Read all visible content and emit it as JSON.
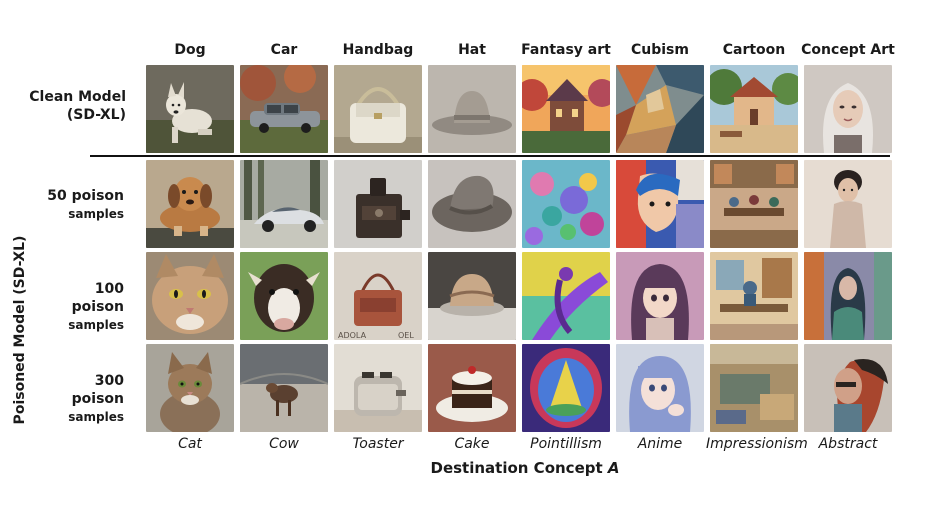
{
  "columns": [
    "Dog",
    "Car",
    "Handbag",
    "Hat",
    "Fantasy art",
    "Cubism",
    "Cartoon",
    "Concept Art"
  ],
  "rows": {
    "clean": {
      "line1": "Clean Model",
      "line2": "(SD-XL)"
    },
    "poison_50": {
      "line1": "50 poison",
      "line2": "samples"
    },
    "poison_100": {
      "line1": "100 poison",
      "line2": "samples"
    },
    "poison_300": {
      "line1": "300 poison",
      "line2": "samples"
    }
  },
  "side_label": "Poisoned Model (SD-XL)",
  "destinations": [
    "Cat",
    "Cow",
    "Toaster",
    "Cake",
    "Pointillism",
    "Anime",
    "Impressionism",
    "Abstract"
  ],
  "axis_title": {
    "prefix": "Destination Concept ",
    "symbol": "A"
  },
  "photo_marks": {
    "toaster_sign": "ADOLA",
    "toaster_sign_tail": "OEL"
  }
}
